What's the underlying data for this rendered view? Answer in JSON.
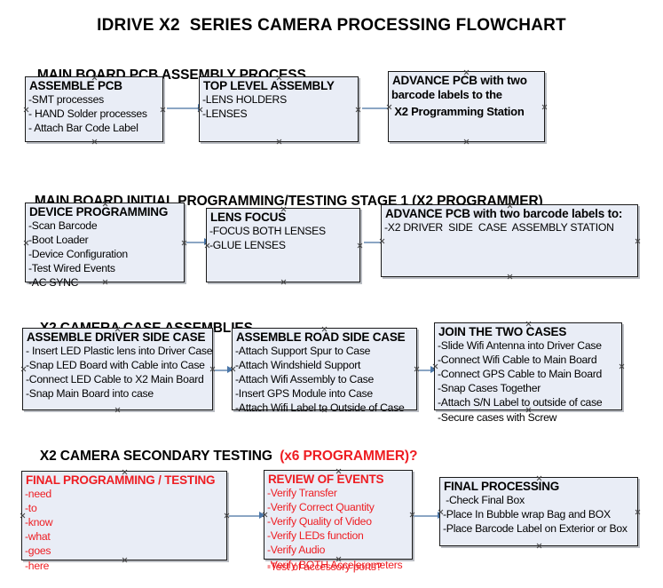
{
  "document": {
    "title": "IDRIVE X2  SERIES CAMERA PROCESSING FLOWCHART"
  },
  "colors": {
    "box_fill": "#e9edf6",
    "box_border": "#1a1a1a",
    "arrow_shaft": "#8ba6c4",
    "arrow_head": "#4a76a8",
    "accent_red": "#ee1d22",
    "text": "#000000"
  },
  "sections": [
    {
      "id": "main-board-pcb-assembly",
      "heading": "MAIN BOARD PCB ASSEMBLY PROCESS",
      "heading_accent": "",
      "boxes": [
        {
          "id": "assemble-pcb",
          "title": "ASSEMBLE PCB",
          "lines": [
            "-SMT processes",
            "- HAND Solder processes",
            "- Attach Bar Code Label"
          ],
          "red": false,
          "bold_body": false
        },
        {
          "id": "top-level-assembly",
          "title": "TOP LEVEL ASSEMBLY",
          "lines": [
            "-LENS HOLDERS",
            "-LENSES"
          ],
          "red": false,
          "bold_body": false
        },
        {
          "id": "advance-pcb-to-x2-programming-station",
          "title": "ADVANCE PCB with two",
          "lines": [
            "barcode labels to the",
            " X2 Programming Station"
          ],
          "red": false,
          "bold_body": true
        }
      ]
    },
    {
      "id": "main-board-initial-programming",
      "heading": "MAIN BOARD INITIAL PROGRAMMING/TESTING STAGE 1 (X2 PROGRAMMER)",
      "heading_accent": "",
      "boxes": [
        {
          "id": "device-programming",
          "title": "DEVICE PROGRAMMING",
          "lines": [
            "-Scan Barcode",
            "-Boot Loader",
            "-Device Configuration",
            "-Test Wired Events",
            "-AC SYNC"
          ],
          "red": false,
          "bold_body": false
        },
        {
          "id": "lens-focus",
          "title": "LENS FOCUS",
          "lines": [
            "-FOCUS BOTH LENSES",
            "-GLUE LENSES"
          ],
          "red": false,
          "bold_body": false
        },
        {
          "id": "advance-pcb-to-driver-side-case-station",
          "title": "ADVANCE PCB with two barcode labels to:",
          "lines": [
            "-X2 DRIVER  SIDE  CASE  ASSEMBLY STATION"
          ],
          "red": false,
          "bold_body": false
        }
      ]
    },
    {
      "id": "x2-camera-case-assemblies",
      "heading": "X2 CAMERA CASE ASSEMBLIES",
      "heading_accent": "",
      "boxes": [
        {
          "id": "assemble-driver-side-case",
          "title": "ASSEMBLE DRIVER SIDE CASE",
          "lines": [
            "- Insert LED Plastic lens into Driver Case",
            "-Snap LED Board with Cable into Case",
            "-Connect LED Cable to X2 Main Board",
            "-Snap Main Board into case"
          ],
          "red": false,
          "bold_body": false
        },
        {
          "id": "assemble-road-side-case",
          "title": "ASSEMBLE ROAD SIDE CASE",
          "lines": [
            "-Attach Support Spur to Case",
            "-Attach Windshield Support",
            "-Attach Wifi Assembly to Case",
            "-Insert GPS Module into Case",
            "-Attach Wifi Label to Outside of Case"
          ],
          "red": false,
          "bold_body": false
        },
        {
          "id": "join-the-two-cases",
          "title": "JOIN THE TWO CASES",
          "lines": [
            "-Slide Wifi Antenna into Driver Case",
            "-Connect Wifi Cable to Main Board",
            "-Connect GPS Cable to Main Board",
            "-Snap Cases Together",
            "-Attach S/N Label to outside of case",
            "-Secure cases with Screw"
          ],
          "red": false,
          "bold_body": false
        }
      ]
    },
    {
      "id": "x2-camera-secondary-testing",
      "heading": "X2 CAMERA SECONDARY TESTING ",
      "heading_accent": " (x6 PROGRAMMER)?",
      "boxes": [
        {
          "id": "final-programming-testing",
          "title": "FINAL PROGRAMMING / TESTING",
          "lines": [
            "-need",
            "-to",
            "-know",
            "-what",
            "-goes",
            "-here"
          ],
          "red": true,
          "bold_body": false
        },
        {
          "id": "review-of-events",
          "title": "REVIEW OF EVENTS",
          "lines": [
            "-Verify Transfer",
            "-Verify Correct Quantity",
            "-Verify Quality of Video",
            "-Verify LEDs function",
            "-Verify Audio",
            "-Verify BOTH Accelerometers"
          ],
          "overflow_line": "-Test of accessory ports?",
          "red": true,
          "bold_body": false
        },
        {
          "id": "final-processing",
          "title": "FINAL PROCESSING",
          "lines": [
            " -Check Final Box",
            "-Place In Bubble wrap Bag and BOX",
            "-Place Barcode Label on Exterior or Box"
          ],
          "red": false,
          "bold_body": false
        }
      ]
    }
  ]
}
